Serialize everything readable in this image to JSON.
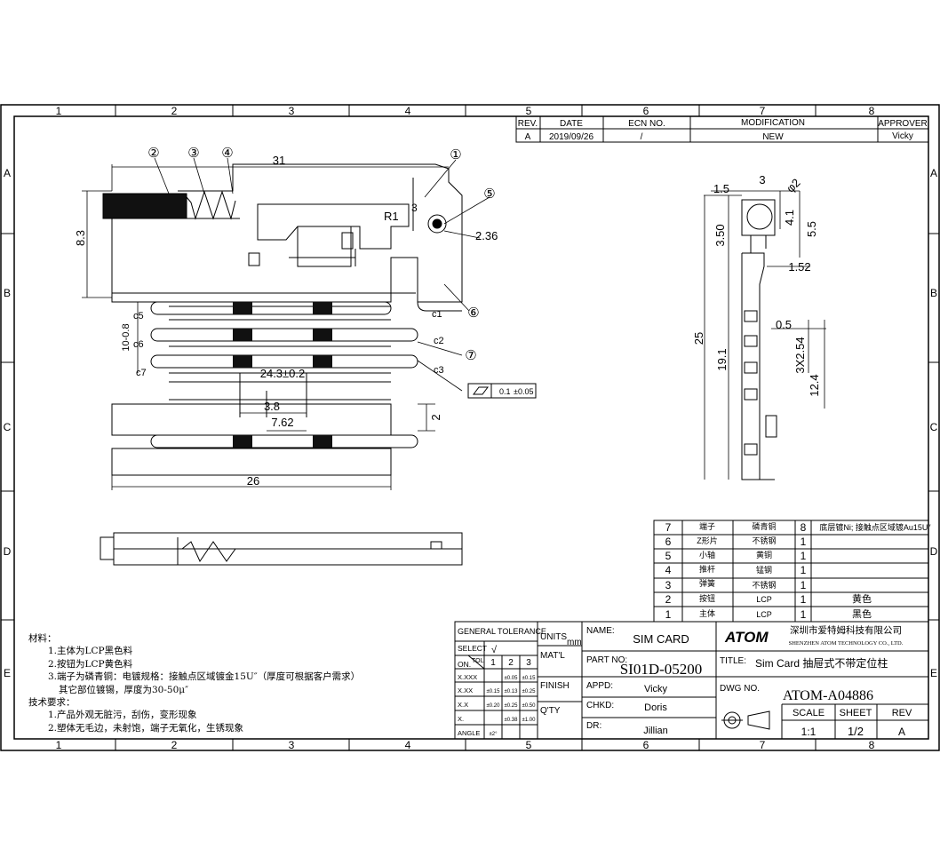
{
  "grid": {
    "col_labels": [
      "1",
      "2",
      "3",
      "4",
      "5",
      "6",
      "7",
      "8"
    ],
    "row_labels": [
      "A",
      "B",
      "C",
      "D",
      "E"
    ]
  },
  "revision": {
    "headers": [
      "REV.",
      "DATE",
      "ECN NO.",
      "MODIFICATION",
      "APPROVER"
    ],
    "row": [
      "A",
      "2019/09/26",
      "/",
      "NEW",
      "Vicky"
    ]
  },
  "dims": {
    "w31": "31",
    "h83": "8.3",
    "r1": "R1",
    "d3": "3",
    "d236": "2.36",
    "w26": "26",
    "c5": "c5",
    "c6": "c6",
    "c7": "c7",
    "c1": "c1",
    "c2": "c2",
    "c3": "c3",
    "p1008": "10-0.8",
    "d243": "24.3±0.2",
    "d38": "3.8",
    "d762": "7.62",
    "d2": "2",
    "flatness": "0.1",
    "flat_tol": "±0.05",
    "s15": "1.5",
    "s3": "3",
    "sphi2": "φ2",
    "s41": "4.1",
    "s55": "5.5",
    "s350": "3.50",
    "s152": "1.52",
    "s05": "0.5",
    "s25": "25",
    "s191": "19.1",
    "s3x254": "3X2.54",
    "s124": "12.4"
  },
  "balloons": [
    "①",
    "②",
    "③",
    "④",
    "⑤",
    "⑥",
    "⑦"
  ],
  "bom": [
    {
      "no": "7",
      "name": "端子",
      "mat": "磷青铜",
      "qty": "8",
      "note": "底层镀Ni; 接触点区域镀Au15U″"
    },
    {
      "no": "6",
      "name": "Z形片",
      "mat": "不锈钢",
      "qty": "1",
      "note": ""
    },
    {
      "no": "5",
      "name": "小轴",
      "mat": "黄铜",
      "qty": "1",
      "note": ""
    },
    {
      "no": "4",
      "name": "推杆",
      "mat": "锰钢",
      "qty": "1",
      "note": ""
    },
    {
      "no": "3",
      "name": "弹簧",
      "mat": "不锈钢",
      "qty": "1",
      "note": ""
    },
    {
      "no": "2",
      "name": "按钮",
      "mat": "LCP",
      "qty": "1",
      "note": "黄色"
    },
    {
      "no": "1",
      "name": "主体",
      "mat": "LCP",
      "qty": "1",
      "note": "黑色"
    }
  ],
  "tolerance": {
    "title": "GENERAL TOLERANCE",
    "select": "SELECT",
    "check": "√",
    "tol": "TOL",
    "on": "ON.",
    "cols": [
      "1",
      "2",
      "3"
    ],
    "rows": [
      {
        "k": "X.XXX",
        "v": [
          "",
          "±0.05",
          "±0.15"
        ]
      },
      {
        "k": "X.XX",
        "v": [
          "±0.15",
          "±0.13",
          "±0.25"
        ]
      },
      {
        "k": "X.X",
        "v": [
          "±0.20",
          "±0.25",
          "±0.50"
        ]
      },
      {
        "k": "X.",
        "v": [
          "",
          "±0.38",
          "±1.00"
        ]
      },
      {
        "k": "ANGLE",
        "v": [
          "±2°",
          "",
          ""
        ]
      }
    ]
  },
  "titleblock": {
    "units_label": "UNITS",
    "units": "mm",
    "matl_label": "MAT'L",
    "finish_label": "FINISH",
    "qty_label": "Q'TY",
    "name_label": "NAME:",
    "name": "SIM CARD",
    "partno_label": "PART NO:",
    "partno": "SI01D-05200",
    "appd_label": "APPD:",
    "appd": "Vicky",
    "chkd_label": "CHKD:",
    "chkd": "Doris",
    "dr_label": "DR:",
    "dr": "Jillian",
    "logo": "ATOM",
    "company_cn": "深圳市爱特姆科技有限公司",
    "company_en": "SHENZHEN ATOM TECHNOLOGY CO., LTD.",
    "title_label": "TITLE:",
    "title": "Sim Card 抽屉式不带定位柱",
    "dwg_label": "DWG NO.",
    "dwg": "ATOM-A04886",
    "scale_label": "SCALE",
    "scale": "1:1",
    "sheet_label": "SHEET",
    "sheet": "1/2",
    "rev_label": "REV",
    "rev": "A"
  },
  "notes": {
    "h1": "材料：",
    "m1": "1.主体为LCP黑色料",
    "m2": "2.按钮为LCP黄色料",
    "m3": "3.端子为磷青铜：电镀规格：接触点区域镀金15U″（厚度可根据客户需求）",
    "m4": "其它部位镀锡，厚度为30-50μ″",
    "h2": "技术要求：",
    "t1": "1.产品外观无脏污，刮伤，变形现象",
    "t2": "2.塑体无毛边，未射饱，端子无氧化，生锈现象"
  }
}
